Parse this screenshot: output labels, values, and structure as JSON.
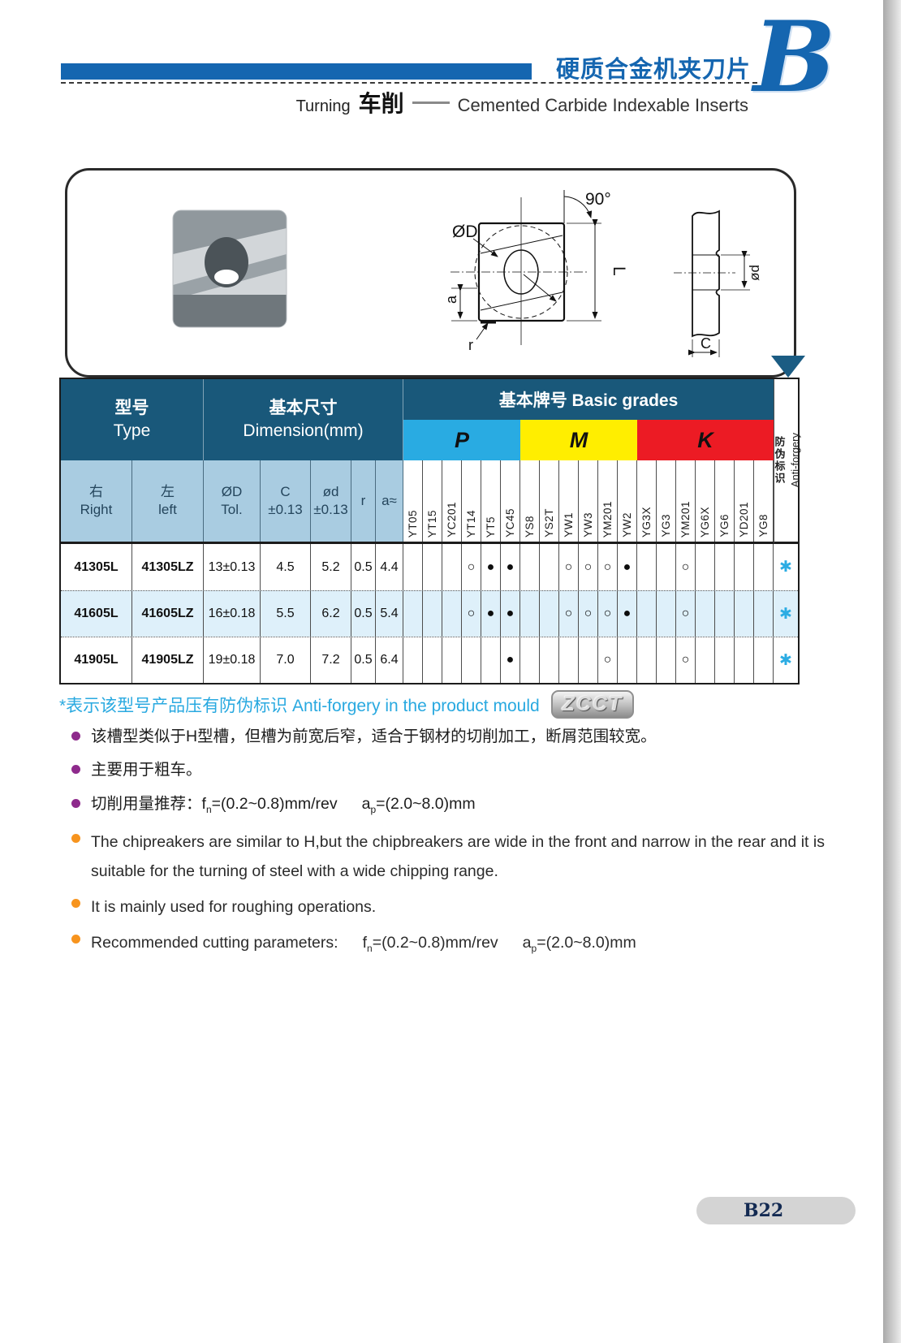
{
  "header": {
    "title_cn": "硬质合金机夹刀片",
    "turning_en": "Turning",
    "turning_cn": "车削",
    "subtitle_en": "Cemented Carbide Indexable Inserts",
    "logo_letter": "B"
  },
  "drawing": {
    "front": {
      "angle": "90°",
      "diameter": "ØD",
      "length": "L",
      "edge": "a",
      "radius": "r"
    },
    "side": {
      "bore": "ød",
      "thickness": "C"
    }
  },
  "table": {
    "header": {
      "type_cn": "型号",
      "type_en": "Type",
      "dim_cn": "基本尺寸",
      "dim_en": "Dimension(mm)",
      "grades_title": "基本牌号 Basic grades",
      "p": "P",
      "m": "M",
      "k": "K",
      "anti_cn": "防伪标识",
      "anti_en": "Anti-forgery"
    },
    "subheader": {
      "right_cn": "右",
      "right_en": "Right",
      "left_cn": "左",
      "left_en": "left",
      "od": "ØD",
      "od2": "Tol.",
      "c": "C",
      "c2": "±0.13",
      "d": "ød",
      "d2": "±0.13",
      "r": "r",
      "a": "a≈"
    },
    "grade_columns": [
      "YT05",
      "YT15",
      "YC201",
      "YT14",
      "YT5",
      "YC45",
      "YS8",
      "YS2T",
      "YW1",
      "YW3",
      "YM201",
      "YW2",
      "YG3X",
      "YG3",
      "YM201",
      "YG6X",
      "YG6",
      "YD201",
      "YG8"
    ],
    "rows": [
      {
        "right": "41305L",
        "left": "41305LZ",
        "od": "13±0.13",
        "c": "4.5",
        "d": "5.2",
        "r": "0.5",
        "a": "4.4",
        "marks": [
          "",
          "",
          "",
          "○",
          "●",
          "●",
          "",
          "",
          "○",
          "○",
          "○",
          "●",
          "",
          "",
          "○",
          "",
          "",
          "",
          ""
        ],
        "anti": "✱"
      },
      {
        "right": "41605L",
        "left": "41605LZ",
        "od": "16±0.18",
        "c": "5.5",
        "d": "6.2",
        "r": "0.5",
        "a": "5.4",
        "marks": [
          "",
          "",
          "",
          "○",
          "●",
          "●",
          "",
          "",
          "○",
          "○",
          "○",
          "●",
          "",
          "",
          "○",
          "",
          "",
          "",
          ""
        ],
        "anti": "✱"
      },
      {
        "right": "41905L",
        "left": "41905LZ",
        "od": "19±0.18",
        "c": "7.0",
        "d": "7.2",
        "r": "0.5",
        "a": "6.4",
        "marks": [
          "",
          "",
          "",
          "",
          "",
          "●",
          "",
          "",
          "",
          "",
          "○",
          "",
          "",
          "",
          "○",
          "",
          "",
          "",
          ""
        ],
        "anti": "✱"
      }
    ]
  },
  "notes": {
    "anti_forgery_note": "*表示该型号产品压有防伪标识 Anti-forgery in the product mould",
    "zcct_logo": "ZCCT"
  },
  "bullets": {
    "cn1": "该槽型类似于H型槽，但槽为前宽后窄，适合于钢材的切削加工，断屑范围较宽。",
    "cn2": "主要用于粗车。",
    "cn3": {
      "prefix": "切削用量推荐：",
      "f": "f",
      "f_sub": "n",
      "f_val": "=(0.2~0.8)mm/rev",
      "a": "a",
      "a_sub": "p",
      "a_val": "=(2.0~8.0)mm"
    },
    "en1": "The chipreakers are similar to H,but the chipbreakers are wide in the front and narrow in the rear and it is suitable for the turning of steel with a wide chipping range.",
    "en2": "It is mainly used for roughing operations.",
    "en3": {
      "prefix": "Recommended cutting parameters:",
      "f": "f",
      "f_sub": "n",
      "f_val": "=(0.2~0.8)mm/rev",
      "a": "a",
      "a_sub": "p",
      "a_val": "=(2.0~8.0)mm"
    }
  },
  "footer": {
    "page_number": "B22"
  }
}
